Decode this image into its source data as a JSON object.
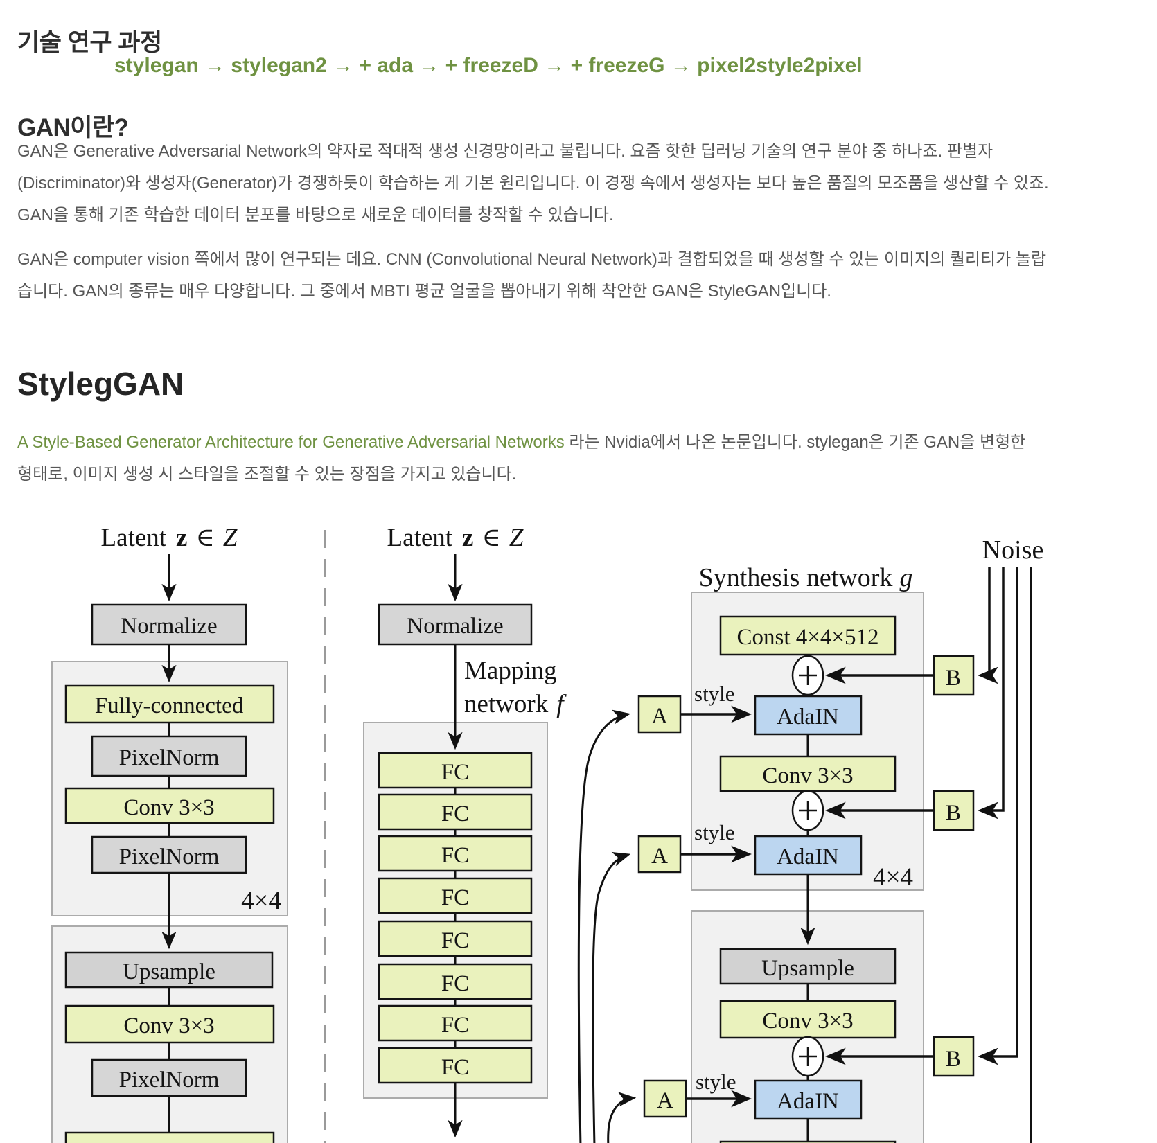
{
  "article": {
    "heading1": "기술 연구 과정",
    "pipeline": "stylegan → stylegan2 → + ada → + freezeD → + freezeG → pixel2style2pixel",
    "heading2": "GAN이란?",
    "para1": "GAN은 Generative Adversarial Network의 약자로 적대적 생성 신경망이라고 불립니다. 요즘 핫한 딥러닝 기술의 연구 분야 중 하나죠. 판별자 (Discriminator)와 생성자(Generator)가 경쟁하듯이 학습하는 게 기본 원리입니다. 이 경쟁 속에서 생성자는 보다 높은 품질의 모조품을 생산할 수 있죠. GAN을 통해 기존 학습한 데이터 분포를 바탕으로 새로운 데이터를 창작할 수 있습니다.",
    "para2": "GAN은 computer vision 쪽에서 많이 연구되는 데요.  CNN (Convolutional  Neural Network)과 결합되었을 때 생성할 수 있는 이미지의 퀄리티가 놀랍습니다. GAN의 종류는 매우 다양합니다. 그 중에서 MBTI 평균 얼굴을 뽑아내기 위해 착안한 GAN은 StyleGAN입니다.",
    "heading3": "StylegGAN",
    "paper_link": "A Style-Based Generator Architecture for Generative Adversarial Networks",
    "para3_rest": " 라는 Nvidia에서 나온 논문입니다. stylegan은 기존 GAN을 변형한 형태로, 이미지 생성 시 스타일을 조절할 수 있는 장점을 가지고 있습니다."
  },
  "colors": {
    "accent_green": "#6f9242",
    "box_green": "#eaf2bd",
    "box_gray": "#d6d6d6",
    "box_blue": "#bcd6f0",
    "container_gray": "#f1f1f1",
    "body_text": "#575757"
  },
  "diagram": {
    "latent_word": "Latent",
    "latent_z": "z",
    "element_of": "∈",
    "latent_space": "Z",
    "normalize": "Normalize",
    "fully_connected": "Fully-connected",
    "pixelnorm": "PixelNorm",
    "conv3x3": "Conv 3×3",
    "upsample": "Upsample",
    "res4x4": "4×4",
    "fc": "FC",
    "mapping_line1": "Mapping",
    "mapping_network": "network",
    "mapping_f": "f",
    "synthesis_title": "Synthesis network",
    "synthesis_g": "g",
    "noise": "Noise",
    "const_box": "Const 4×4×512",
    "adain": "AdaIN",
    "style": "style",
    "a_label": "A",
    "b_label": "B"
  }
}
